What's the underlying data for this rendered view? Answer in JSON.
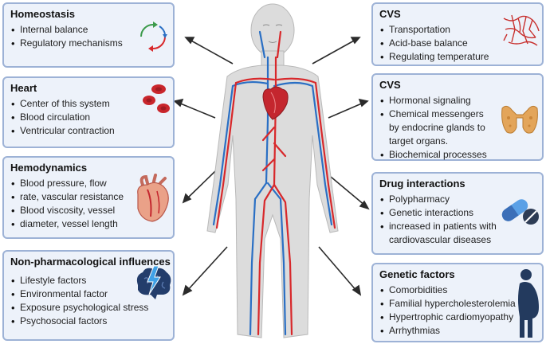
{
  "panels": {
    "homeostasis": {
      "title": "Homeostasis",
      "items": [
        "Internal balance",
        "Regulatory mechanisms"
      ]
    },
    "heart": {
      "title": "Heart",
      "items": [
        "Center of this system",
        "Blood circulation",
        "Ventricular contraction"
      ]
    },
    "hemodynamics": {
      "title": "Hemodynamics",
      "items": [
        "Blood pressure, flow",
        "rate, vascular resistance",
        "Blood viscosity, vessel",
        "diameter, vessel length"
      ]
    },
    "nonpharm": {
      "title": "Non-pharmacological influences",
      "items": [
        "Lifestyle factors",
        "Environmental factor",
        "Exposure psychological stress",
        "Psychosocial factors"
      ]
    },
    "cvs1": {
      "title": "CVS",
      "items": [
        "Transportation",
        "Acid-base balance",
        "Regulating temperature"
      ]
    },
    "cvs2": {
      "title": "CVS",
      "items": [
        "Hormonal signaling",
        "Chemical messengers",
        "by endocrine glands to",
        "target organs.",
        "Biochemical processes"
      ]
    },
    "drug": {
      "title": "Drug interactions",
      "items": [
        "Polypharmacy",
        "Genetic interactions",
        "increased in patients with",
        "cardiovascular diseases"
      ]
    },
    "genetic": {
      "title": "Genetic factors",
      "items": [
        "Comorbidities",
        "Familial hypercholesterolemia",
        "Hypertrophic cardiomyopathy",
        "Arrhythmias"
      ]
    }
  },
  "colors": {
    "panel_bg": "#edf2fa",
    "panel_border": "#9db2d6",
    "artery": "#d8282b",
    "vein": "#2a6fc4",
    "body": "#dcdcdc",
    "arrow": "#2b2b2b"
  },
  "icons": {
    "homeostasis": "cycle-arrows-icon",
    "heart": "red-blood-cells-icon",
    "hemodynamics": "anatomical-heart-icon",
    "nonpharm": "brain-lightning-icon",
    "cvs1": "capillary-network-icon",
    "cvs2": "thyroid-gland-icon",
    "drug": "pill-capsule-icon",
    "genetic": "obese-person-silhouette-icon"
  }
}
